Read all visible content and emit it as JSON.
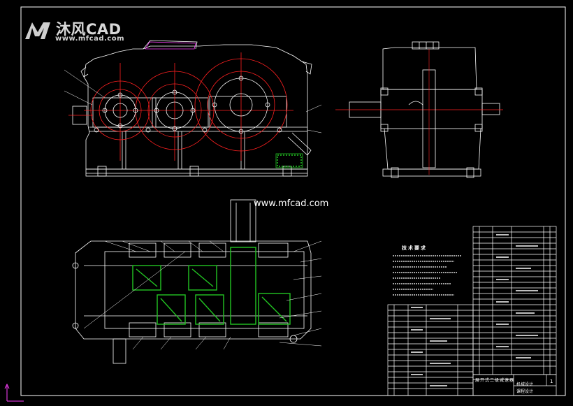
{
  "watermark": {
    "brand": "沐风CAD",
    "url": "www.mfcad.com",
    "center_url": "www.mfcad.com"
  },
  "title_block": {
    "drawing_title": "展开式二级减速器",
    "line1": "机械设计",
    "line2": "课程设计",
    "sheet_no": "1"
  },
  "technical_requirements": {
    "title": "技术要求"
  },
  "colors": {
    "background": "#000000",
    "outline": "#ffffff",
    "gear_circles": "#ff2020",
    "section_hatch": "#22c522",
    "accent": "#ff40ff"
  }
}
